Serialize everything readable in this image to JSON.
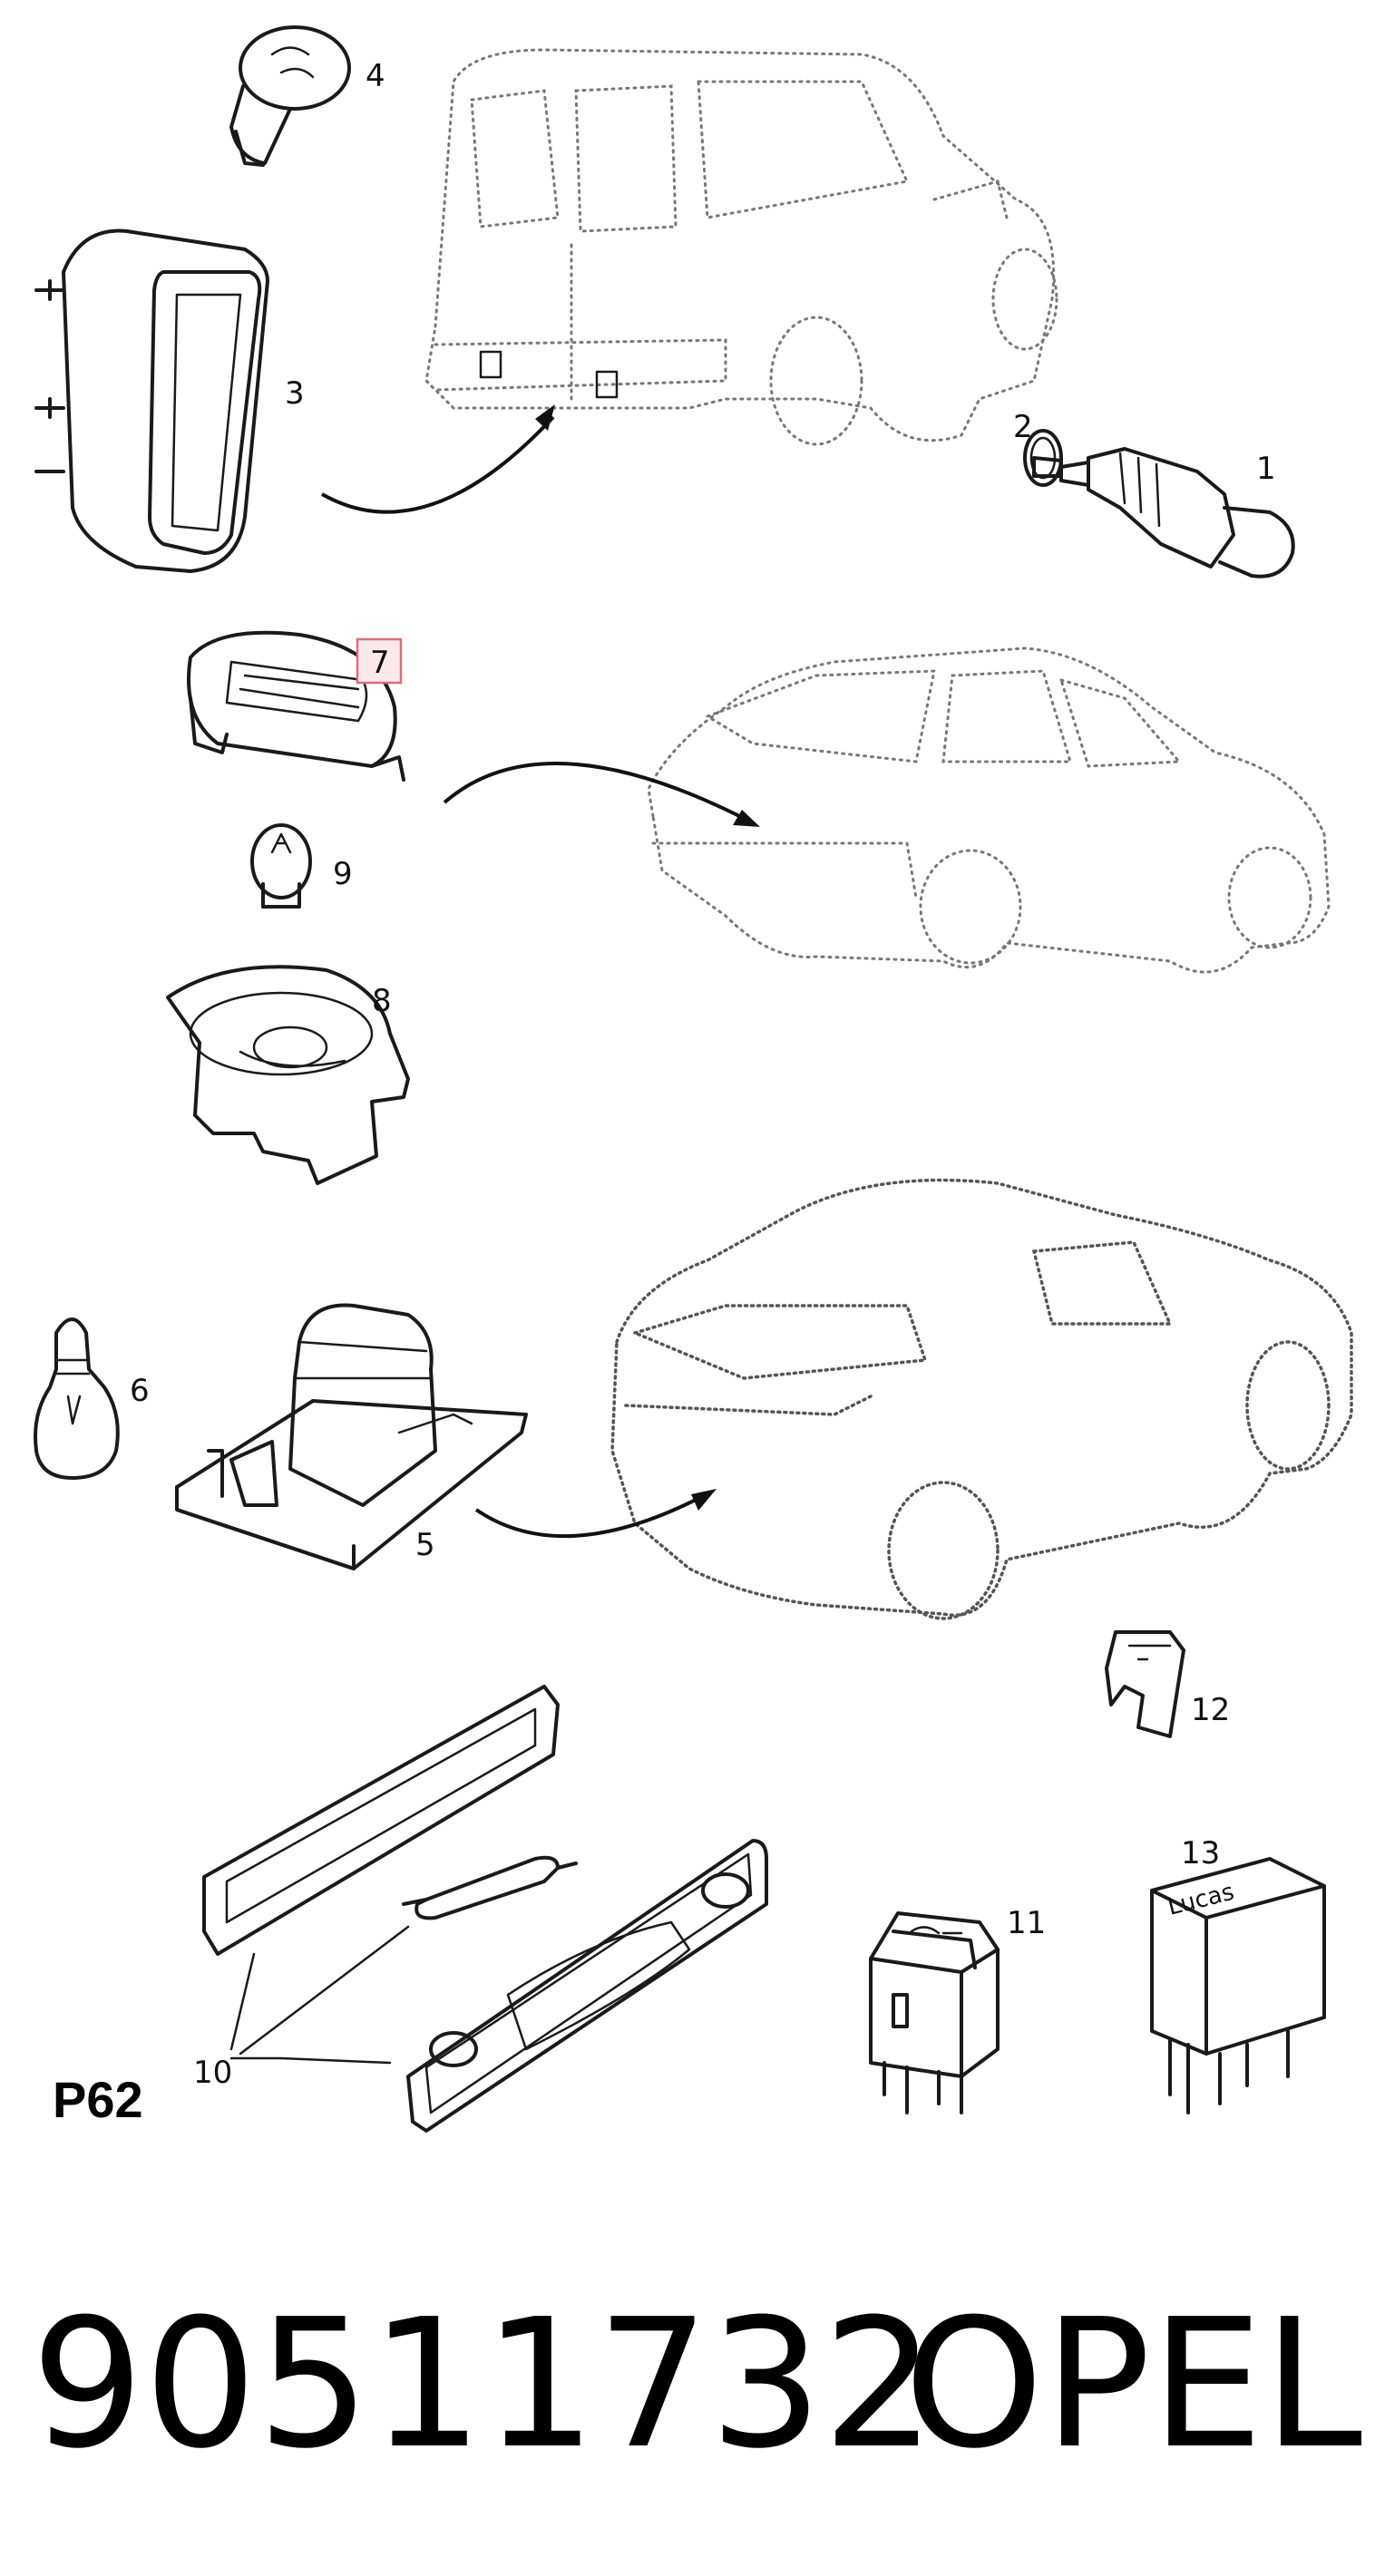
{
  "page_code": "P62",
  "part_number": "90511732",
  "brand": "OPEL",
  "highlighted_callout": "7",
  "callouts": {
    "c1": "1",
    "c2": "2",
    "c3": "3",
    "c4": "4",
    "c5": "5",
    "c6": "6",
    "c7": "7",
    "c8": "8",
    "c9": "9",
    "c10": "10",
    "c11": "11",
    "c12": "12",
    "c13": "13"
  },
  "relay_brand_text": "Lucas",
  "colors": {
    "highlight_fill": "#fbe9ec",
    "highlight_stroke": "#e06c7c",
    "ink": "#1a1a1a",
    "vehicle_outline": "#777777"
  }
}
